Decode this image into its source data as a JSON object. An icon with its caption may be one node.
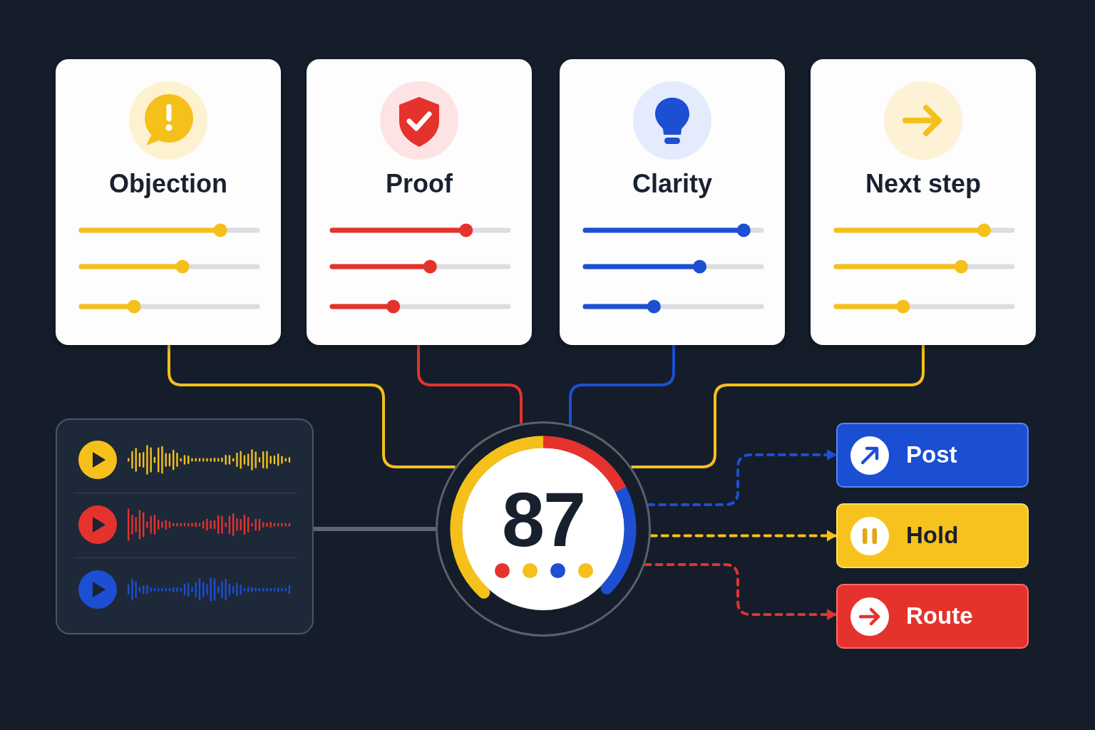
{
  "diagram": {
    "nodes": [
      {
        "text": [
          "Objection"
        ]
      },
      {
        "text": [
          "Proof"
        ]
      },
      {
        "text": [
          "Clarity"
        ]
      },
      {
        "text": [
          "Next step"
        ]
      },
      {
        "text": [],
        "shape": "box"
      },
      {
        "text": [
          "87"
        ]
      },
      {
        "text": [
          "Post"
        ]
      },
      {
        "text": [
          "Hold"
        ]
      },
      {
        "text": [
          "Route"
        ]
      }
    ],
    "edges": [
      {
        "from": 0,
        "to": 5,
        "arrow": "none",
        "color": "#f5c01a"
      },
      {
        "from": 1,
        "to": 5,
        "arrow": "none",
        "color": "#e5322d"
      },
      {
        "from": 2,
        "to": 5,
        "arrow": "none",
        "color": "#1c4fd2"
      },
      {
        "from": 3,
        "to": 5,
        "arrow": "none",
        "color": "#f5c01a"
      },
      {
        "from": 4,
        "to": 5,
        "arrow": "none",
        "color": "#5c6570"
      },
      {
        "from": 5,
        "to": 6,
        "arrow": "to",
        "style": "dashed",
        "color": "#1c4fd2"
      },
      {
        "from": 5,
        "to": 7,
        "arrow": "to",
        "style": "dashed",
        "color": "#f5c01a"
      },
      {
        "from": 5,
        "to": 8,
        "arrow": "to",
        "style": "dashed",
        "color": "#e5322d"
      }
    ]
  }
}
